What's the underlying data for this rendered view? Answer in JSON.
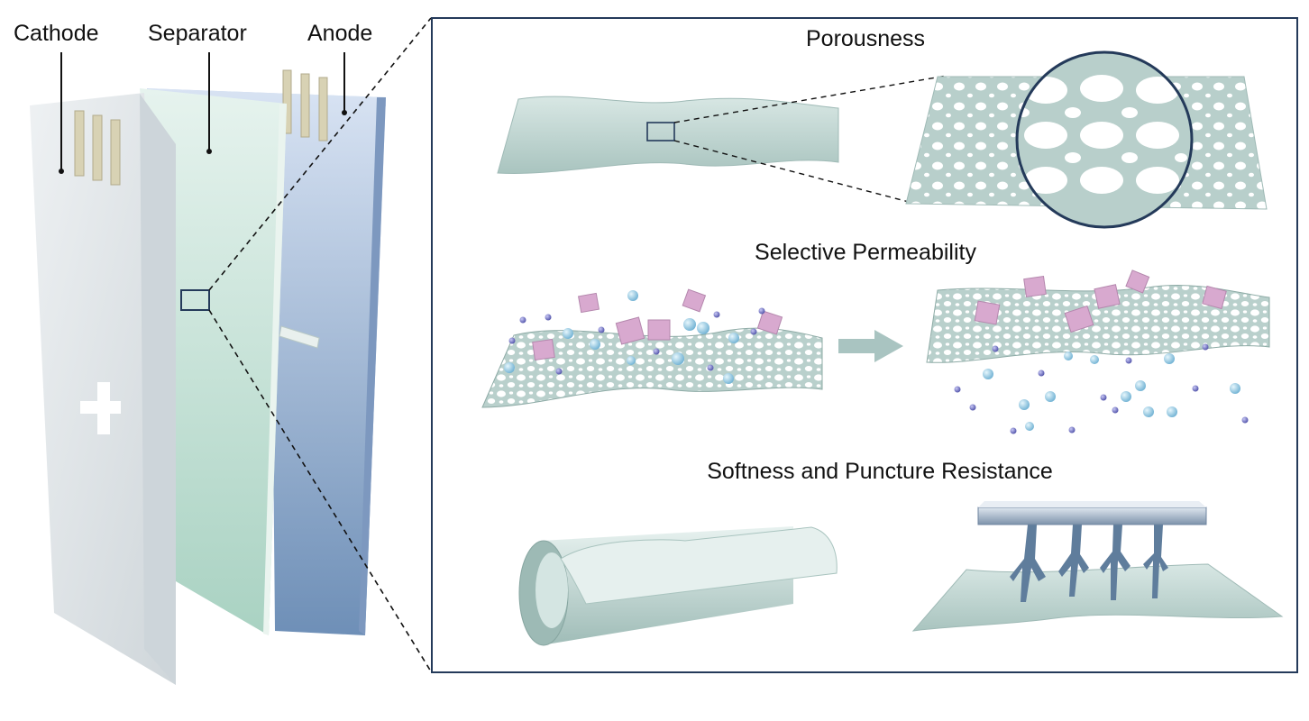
{
  "battery": {
    "labels": {
      "cathode": "Cathode",
      "separator": "Separator",
      "anode": "Anode"
    },
    "cathode_symbol": "+"
  },
  "panel": {
    "sections": {
      "porousness": "Porousness",
      "selective": "Selective Permeability",
      "softness": "Softness and Puncture Resistance"
    }
  },
  "colors": {
    "membrane": "#bcd3cf",
    "membrane_dark": "#7fa19c",
    "separator": "#cfe6dc",
    "cathode": "#dde3e6",
    "anode": "#8fa9c8",
    "tab": "#d8d2b4",
    "large_particle": "#d8a9cf",
    "small_ion": "#8ec6e0",
    "tiny_ion": "#6c6fc2",
    "frame": "#243a5a"
  }
}
